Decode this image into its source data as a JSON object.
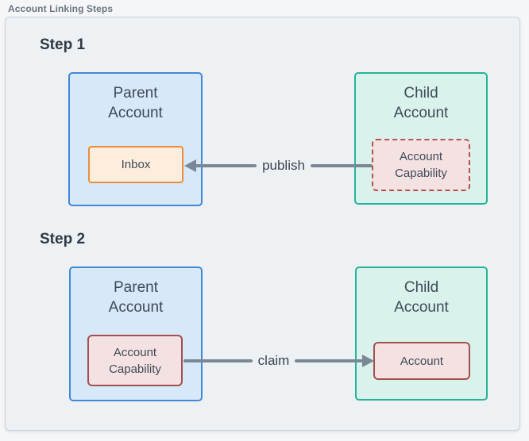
{
  "panel": {
    "title": "Account Linking Steps"
  },
  "colors": {
    "panel_fill": "#edf1f4",
    "panel_border": "#c9d2da",
    "parent_fill": "#d7e8f8",
    "parent_border": "#4289d5",
    "child_fill": "#d9f3ec",
    "child_border": "#27b39a",
    "inbox_fill": "#fdeddd",
    "inbox_border": "#ea8e3c",
    "capability_fill": "#f4e1e2",
    "capability_border": "#a3504e",
    "capability_dashed_border": "#b5524e",
    "arrow": "#7b8795"
  },
  "step1": {
    "label": "Step 1",
    "parent_account": {
      "title": "Parent\nAccount",
      "inner_label": "Inbox"
    },
    "child_account": {
      "title": "Child\nAccount",
      "inner_label": "Account\nCapability"
    },
    "arrow_label": "publish"
  },
  "step2": {
    "label": "Step 2",
    "parent_account": {
      "title": "Parent\nAccount",
      "inner_label": "Account\nCapability"
    },
    "child_account": {
      "title": "Child\nAccount",
      "inner_label": "Account"
    },
    "arrow_label": "claim"
  }
}
